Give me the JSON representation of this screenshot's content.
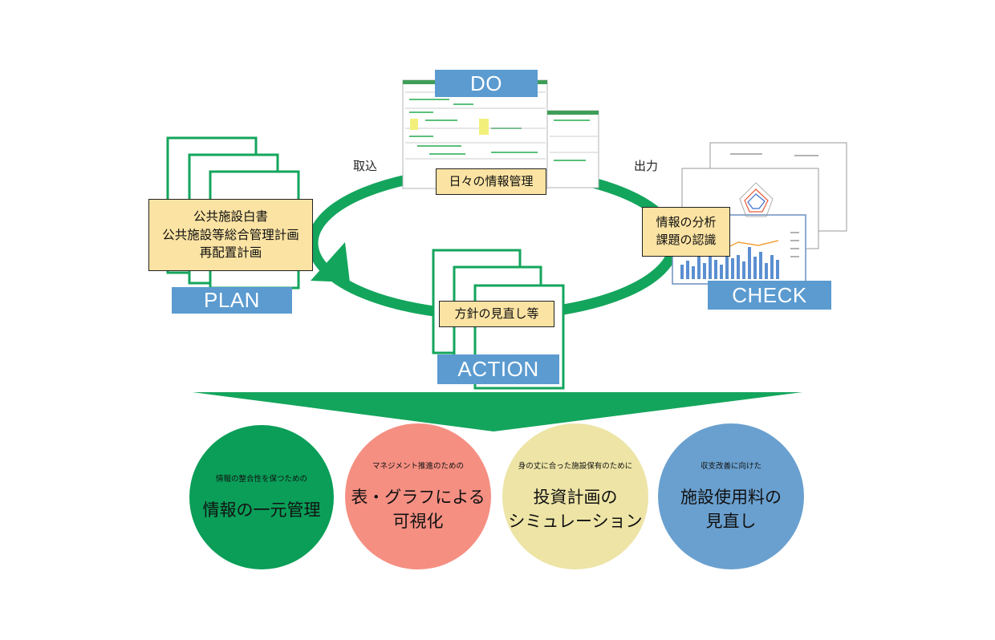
{
  "labels": {
    "do": "DO",
    "plan": "PLAN",
    "check": "CHECK",
    "action": "ACTION"
  },
  "arrows": {
    "import": "取込",
    "output": "出力"
  },
  "boxes": {
    "do_box": "日々の情報管理",
    "plan_lines": [
      "公共施設白書",
      "公共施設等総合管理計画",
      "再配置計画"
    ],
    "check_lines": [
      "情報の分析",
      "課題の認識"
    ],
    "action_box": "方針の見直し等"
  },
  "circles": [
    {
      "sub": "情報の整合性を保つための",
      "main_lines": [
        "情報の一元管理"
      ],
      "color": "#0a9e58"
    },
    {
      "sub": "マネジメント推進のための",
      "main_lines": [
        "表・グラフによる",
        "可視化"
      ],
      "color": "#f58f82"
    },
    {
      "sub": "身の丈に合った施設保有のために",
      "main_lines": [
        "投資計画の",
        "シミュレーション"
      ],
      "color": "#ede4a6"
    },
    {
      "sub": "収支改善に向けた",
      "main_lines": [
        "施設使用料の",
        "見直し"
      ],
      "color": "#6aa0cf"
    }
  ],
  "colors": {
    "green": "#13a55c",
    "label_blue": "#5b9bd0",
    "box_yellow": "#fbe3a3"
  }
}
